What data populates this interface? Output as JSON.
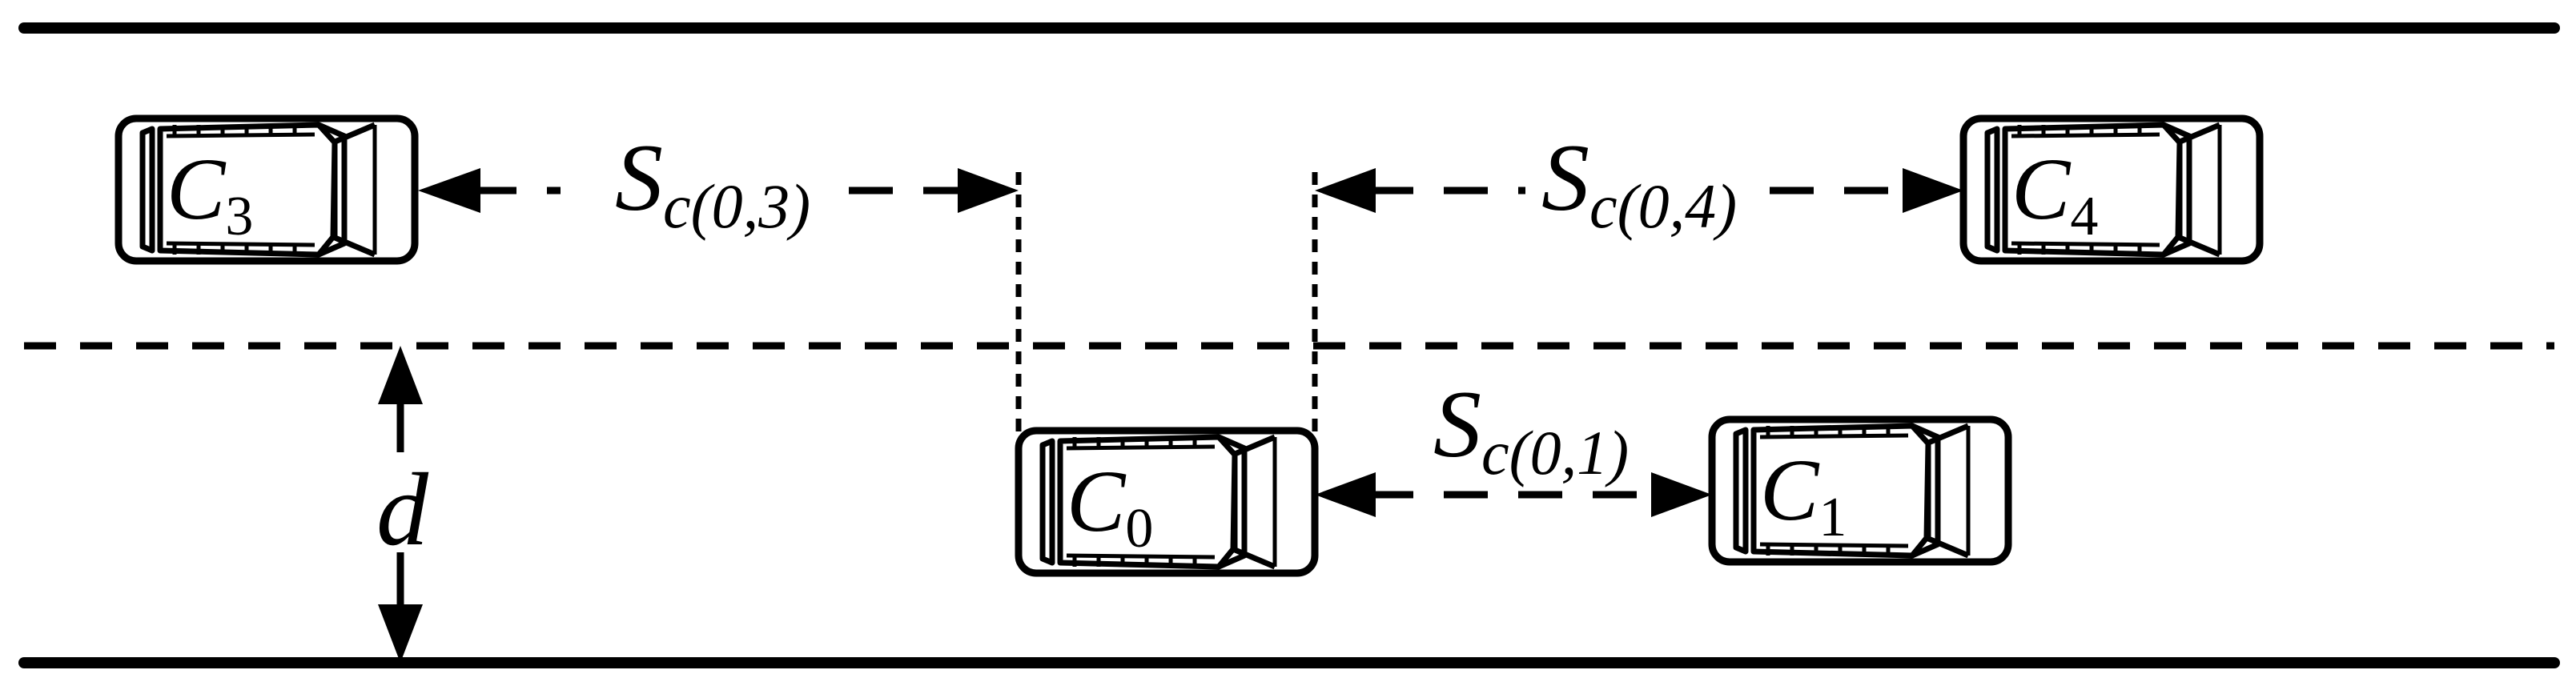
{
  "cars": [
    {
      "id": "c0",
      "name": "C",
      "sub": "0"
    },
    {
      "id": "c1",
      "name": "C",
      "sub": "1"
    },
    {
      "id": "c3",
      "name": "C",
      "sub": "3"
    },
    {
      "id": "c4",
      "name": "C",
      "sub": "4"
    }
  ],
  "distances": {
    "s03": {
      "main": "S",
      "sub": "c(0,3)"
    },
    "s04": {
      "main": "S",
      "sub": "c(0,4)"
    },
    "s01": {
      "main": "S",
      "sub_c": "c",
      "sub_rest": "(0,1)"
    }
  },
  "lane_width_label": "d"
}
